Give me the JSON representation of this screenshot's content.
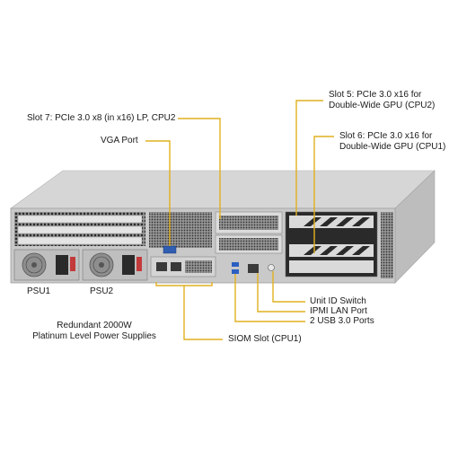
{
  "labels": {
    "slot5_line1": "Slot 5: PCIe 3.0 x16 for",
    "slot5_line2": "Double-Wide GPU (CPU2)",
    "slot7": "Slot 7: PCIe 3.0 x8 (in x16) LP, CPU2",
    "slot6_line1": "Slot 6: PCIe 3.0 x16 for",
    "slot6_line2": "Double-Wide GPU (CPU1)",
    "vga": "VGA Port",
    "psu1": "PSU1",
    "psu2": "PSU2",
    "unit_id": "Unit ID Switch",
    "ipmi": "IPMI LAN Port",
    "usb": "2 USB 3.0 Ports",
    "redundant_line1": "Redundant 2000W",
    "redundant_line2": "Platinum Level Power Supplies",
    "siom": "SIOM Slot (CPU1)"
  },
  "colors": {
    "callout": "#e0b020",
    "text": "#1a1a1a",
    "chassis_top": "#d6d6d6",
    "chassis_back": "#c9c9c9"
  }
}
